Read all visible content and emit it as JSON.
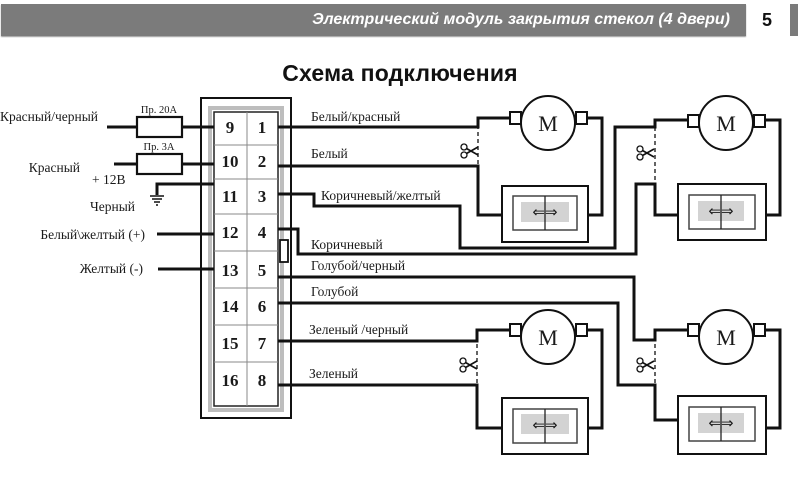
{
  "header": {
    "title": "Электрический модуль закрытия стекол (4 двери)",
    "page_number": "5",
    "bar_color": "#7b7b7b"
  },
  "diagram": {
    "title": "Схема подключения",
    "left_wires": [
      {
        "label": "Красный/черный",
        "pin": "9",
        "fuse": "Пр. 20А"
      },
      {
        "label": "Красный",
        "sub_label": "+ 12В",
        "pin": "10",
        "fuse": "Пр. 3А"
      },
      {
        "label": "Черный",
        "pin": "11",
        "ground": true
      },
      {
        "label": "Белый\\желтый (+)",
        "pin": "12"
      },
      {
        "label": "Желтый (-)",
        "pin": "13"
      },
      {
        "label": "",
        "pin": "14"
      },
      {
        "label": "",
        "pin": "15"
      },
      {
        "label": "",
        "pin": "16"
      }
    ],
    "right_wires": [
      {
        "label": "Белый/красный",
        "pin": "1"
      },
      {
        "label": "Белый",
        "pin": "2"
      },
      {
        "label": "Коричневый/желтый",
        "pin": "3"
      },
      {
        "label": "Коричневый",
        "pin": "4"
      },
      {
        "label": "Голубой/черный",
        "pin": "5"
      },
      {
        "label": "Голубой",
        "pin": "6"
      },
      {
        "label": "Зеленый /черный",
        "pin": "7"
      },
      {
        "label": "Зеленый",
        "pin": "8"
      }
    ],
    "motor_label": "M",
    "switch_icon": "⇐⇒"
  }
}
